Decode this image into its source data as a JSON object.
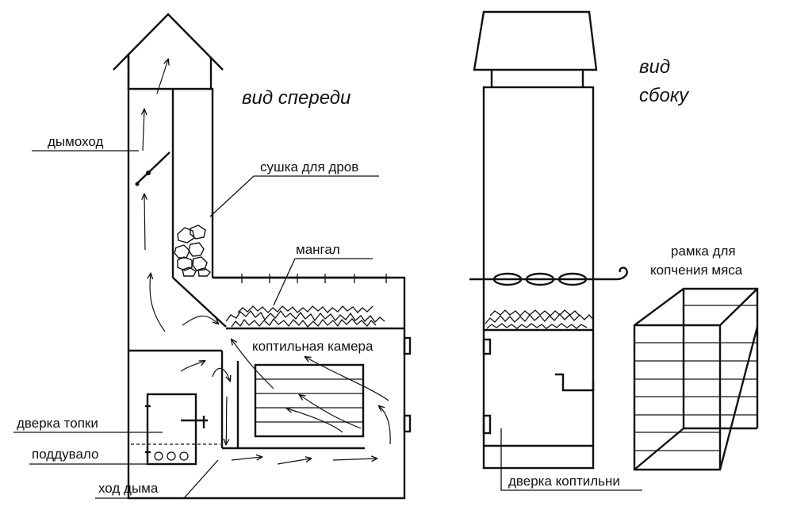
{
  "titles": {
    "front": "вид спереди",
    "side_line1": "вид",
    "side_line2": "сбоку"
  },
  "labels": {
    "chimney": "дымоход",
    "wood_dryer": "сушка для дров",
    "grill": "мангал",
    "smoke_chamber": "коптильная камера",
    "firebox_door": "дверка топки",
    "ash_pit": "поддувало",
    "smoke_path": "ход дыма",
    "smoker_door": "дверка коптильни",
    "frame_line1": "рамка для",
    "frame_line2": "копчения мяса"
  }
}
